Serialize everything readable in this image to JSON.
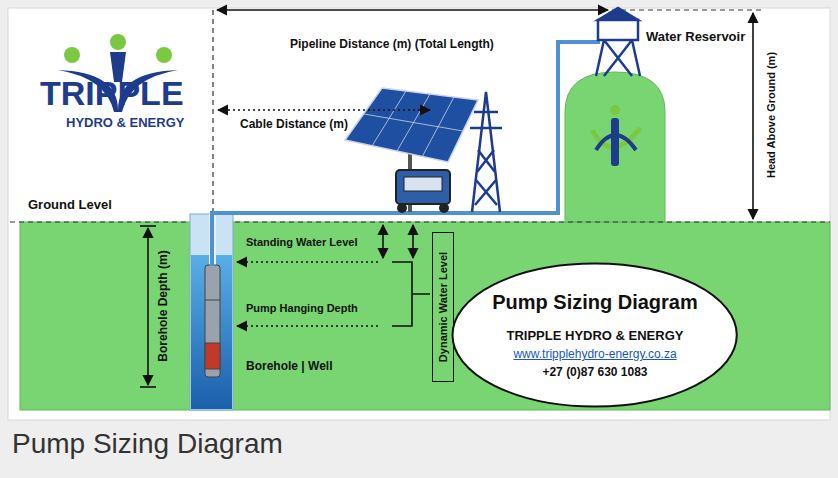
{
  "diagram": {
    "caption": "Pump Sizing Diagram",
    "nodes": [
      {
        "text": [
          "Dynamic Water Level"
        ]
      },
      {
        "text": [
          "Pump Sizing Diagram",
          "TRIPPLE HYDRO & ENERGY",
          "www.tripplehydro-energy.co.za",
          "+27 (0)87 630 1083"
        ]
      }
    ],
    "labels": [
      "TRIPPLE",
      "HYDRO & ENERGY",
      "Pipeline Distance (m) (Total Length)",
      "Cable Distance (m)",
      "Water Reservoir",
      "Head Above Ground (m)",
      "Ground Level",
      "Borehole Depth (m)",
      "Standing Water Level",
      "Pump Hanging Depth",
      "Borehole | Well"
    ]
  }
}
